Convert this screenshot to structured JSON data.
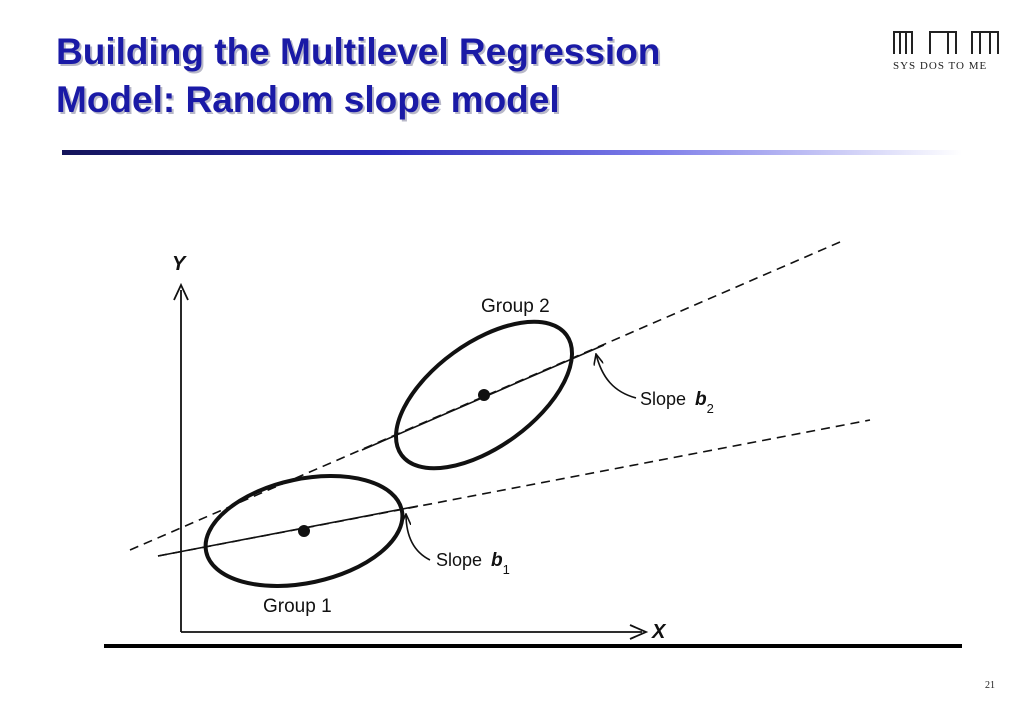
{
  "slide": {
    "title_line1": "Building the Multilevel Regression",
    "title_line2": "Model: Random slope model",
    "page_number": "21"
  },
  "logo": {
    "caption": "SYS DOS TO ME"
  },
  "diagram": {
    "y_axis_label": "Y",
    "x_axis_label": "X",
    "group1_label": "Group 1",
    "group2_label": "Group 2",
    "slope1_text": "Slope ",
    "slope1_var": "b",
    "slope1_sub": "1",
    "slope2_text": "Slope ",
    "slope2_var": "b",
    "slope2_sub": "2"
  },
  "colors": {
    "title": "#1a1aa6",
    "rule_dark": "#14145a",
    "ink": "#111111"
  }
}
